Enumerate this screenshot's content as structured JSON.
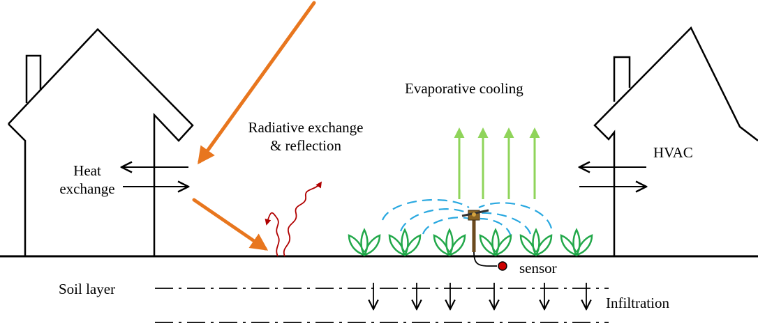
{
  "labels": {
    "heat_exchange_line1": "Heat",
    "heat_exchange_line2": "exchange",
    "radiative_line1": "Radiative exchange",
    "radiative_line2": "& reflection",
    "evaporative": "Evaporative cooling",
    "hvac": "HVAC",
    "sensor": "sensor",
    "soil_layer": "Soil layer",
    "infiltration": "Infiltration"
  },
  "colors": {
    "line": "#000000",
    "sun_ray": "#e8761e",
    "reflection": "#b00000",
    "evaporation": "#8fd45a",
    "spray": "#29a8e0",
    "plant": "#22a84a",
    "sensor": "#cc0000"
  },
  "icons": [
    "house-left-icon",
    "house-right-icon",
    "sprinkler-icon",
    "plant-icon",
    "sensor-icon"
  ]
}
